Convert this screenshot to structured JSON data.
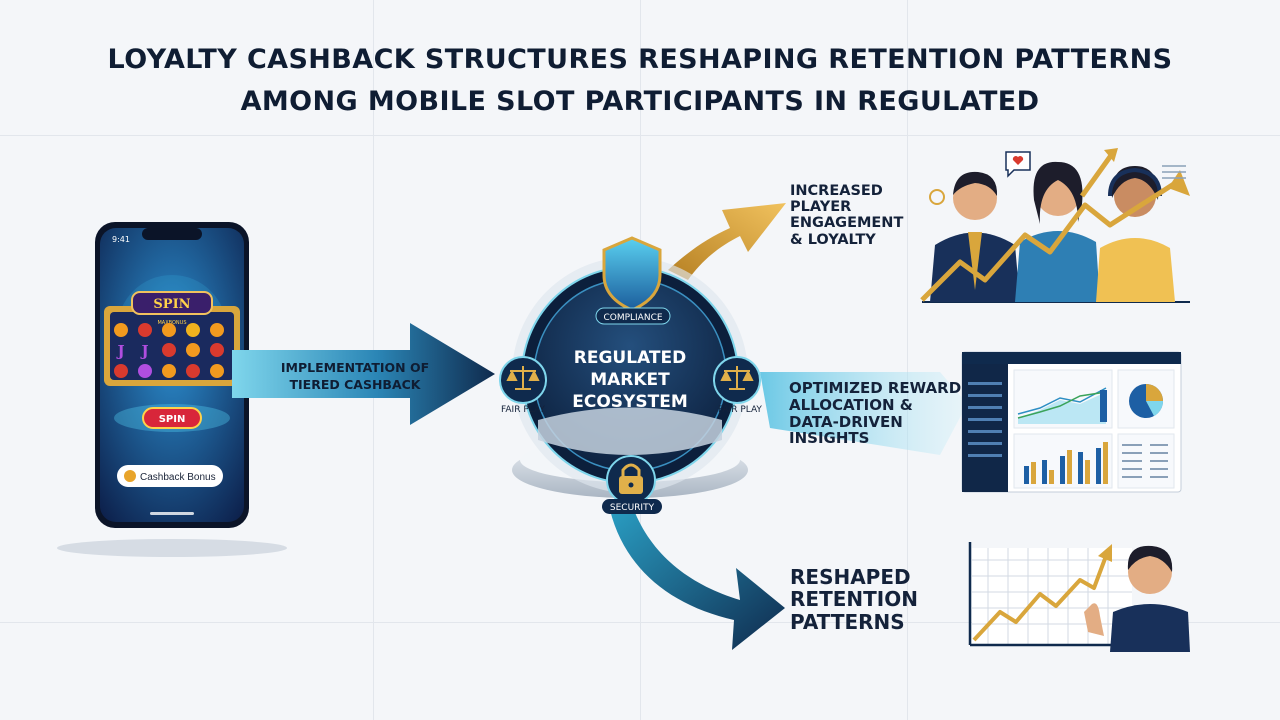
{
  "title": {
    "line1": "LOYALTY CASHBACK STRUCTURES RESHAPING RETENTION PATTERNS",
    "line2": "AMONG MOBILE SLOT PARTICIPANTS IN REGULATED"
  },
  "phone": {
    "status_time": "9:41",
    "logo_text": "SPIN",
    "subtitle": "MAXBONUS",
    "spin_button": "SPIN",
    "cashback_badge": "Cashback Bonus"
  },
  "left_arrow": {
    "line1": "IMPLEMENTATION OF",
    "line2": "TIERED CASHBACK"
  },
  "hub": {
    "line1": "REGULATED",
    "line2": "MARKET",
    "line3": "ECOSYSTEM",
    "compliance": "COMPLIANCE",
    "fair_play_left": "FAIR PLAY",
    "fair_play_right": "FAIR PLAY",
    "security": "SECURITY"
  },
  "outcomes": {
    "engagement": [
      "INCREASED",
      "PLAYER",
      "ENGAGEMENT",
      "& LOYALTY"
    ],
    "reward": [
      "OPTIMIZED REWARD",
      "ALLOCATION &",
      "DATA-DRIVEN",
      "INSIGHTS"
    ],
    "retention": [
      "RESHAPED",
      "RETENTION",
      "PATTERNS"
    ]
  },
  "colors": {
    "navy": "#0f2a4d",
    "teal": "#2fa8c9",
    "gold": "#d9a63c",
    "light_teal": "#7fd6ec"
  }
}
